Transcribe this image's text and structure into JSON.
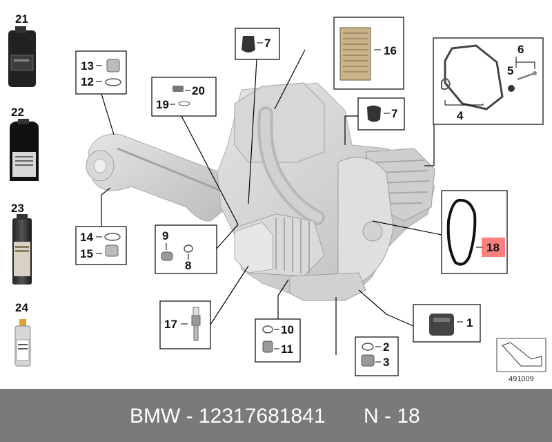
{
  "diagram": {
    "side_parts": [
      "21",
      "22",
      "23",
      "24"
    ],
    "callouts": {
      "c1": "1",
      "c2": "2",
      "c3": "3",
      "c4": "4",
      "c5": "5",
      "c6": "6",
      "c7a": "7",
      "c7b": "7",
      "c8": "8",
      "c9": "9",
      "c10": "10",
      "c11": "11",
      "c12": "12",
      "c13": "13",
      "c14": "14",
      "c15": "15",
      "c16": "16",
      "c17": "17",
      "c18": "18",
      "c19": "19",
      "c20": "20"
    },
    "highlight_color": "#ff7f7f",
    "diagram_number": "491009"
  },
  "footer": {
    "brand_part": "BMW - 12317681841",
    "position": "N - 18",
    "background": "#7a7a7a"
  }
}
